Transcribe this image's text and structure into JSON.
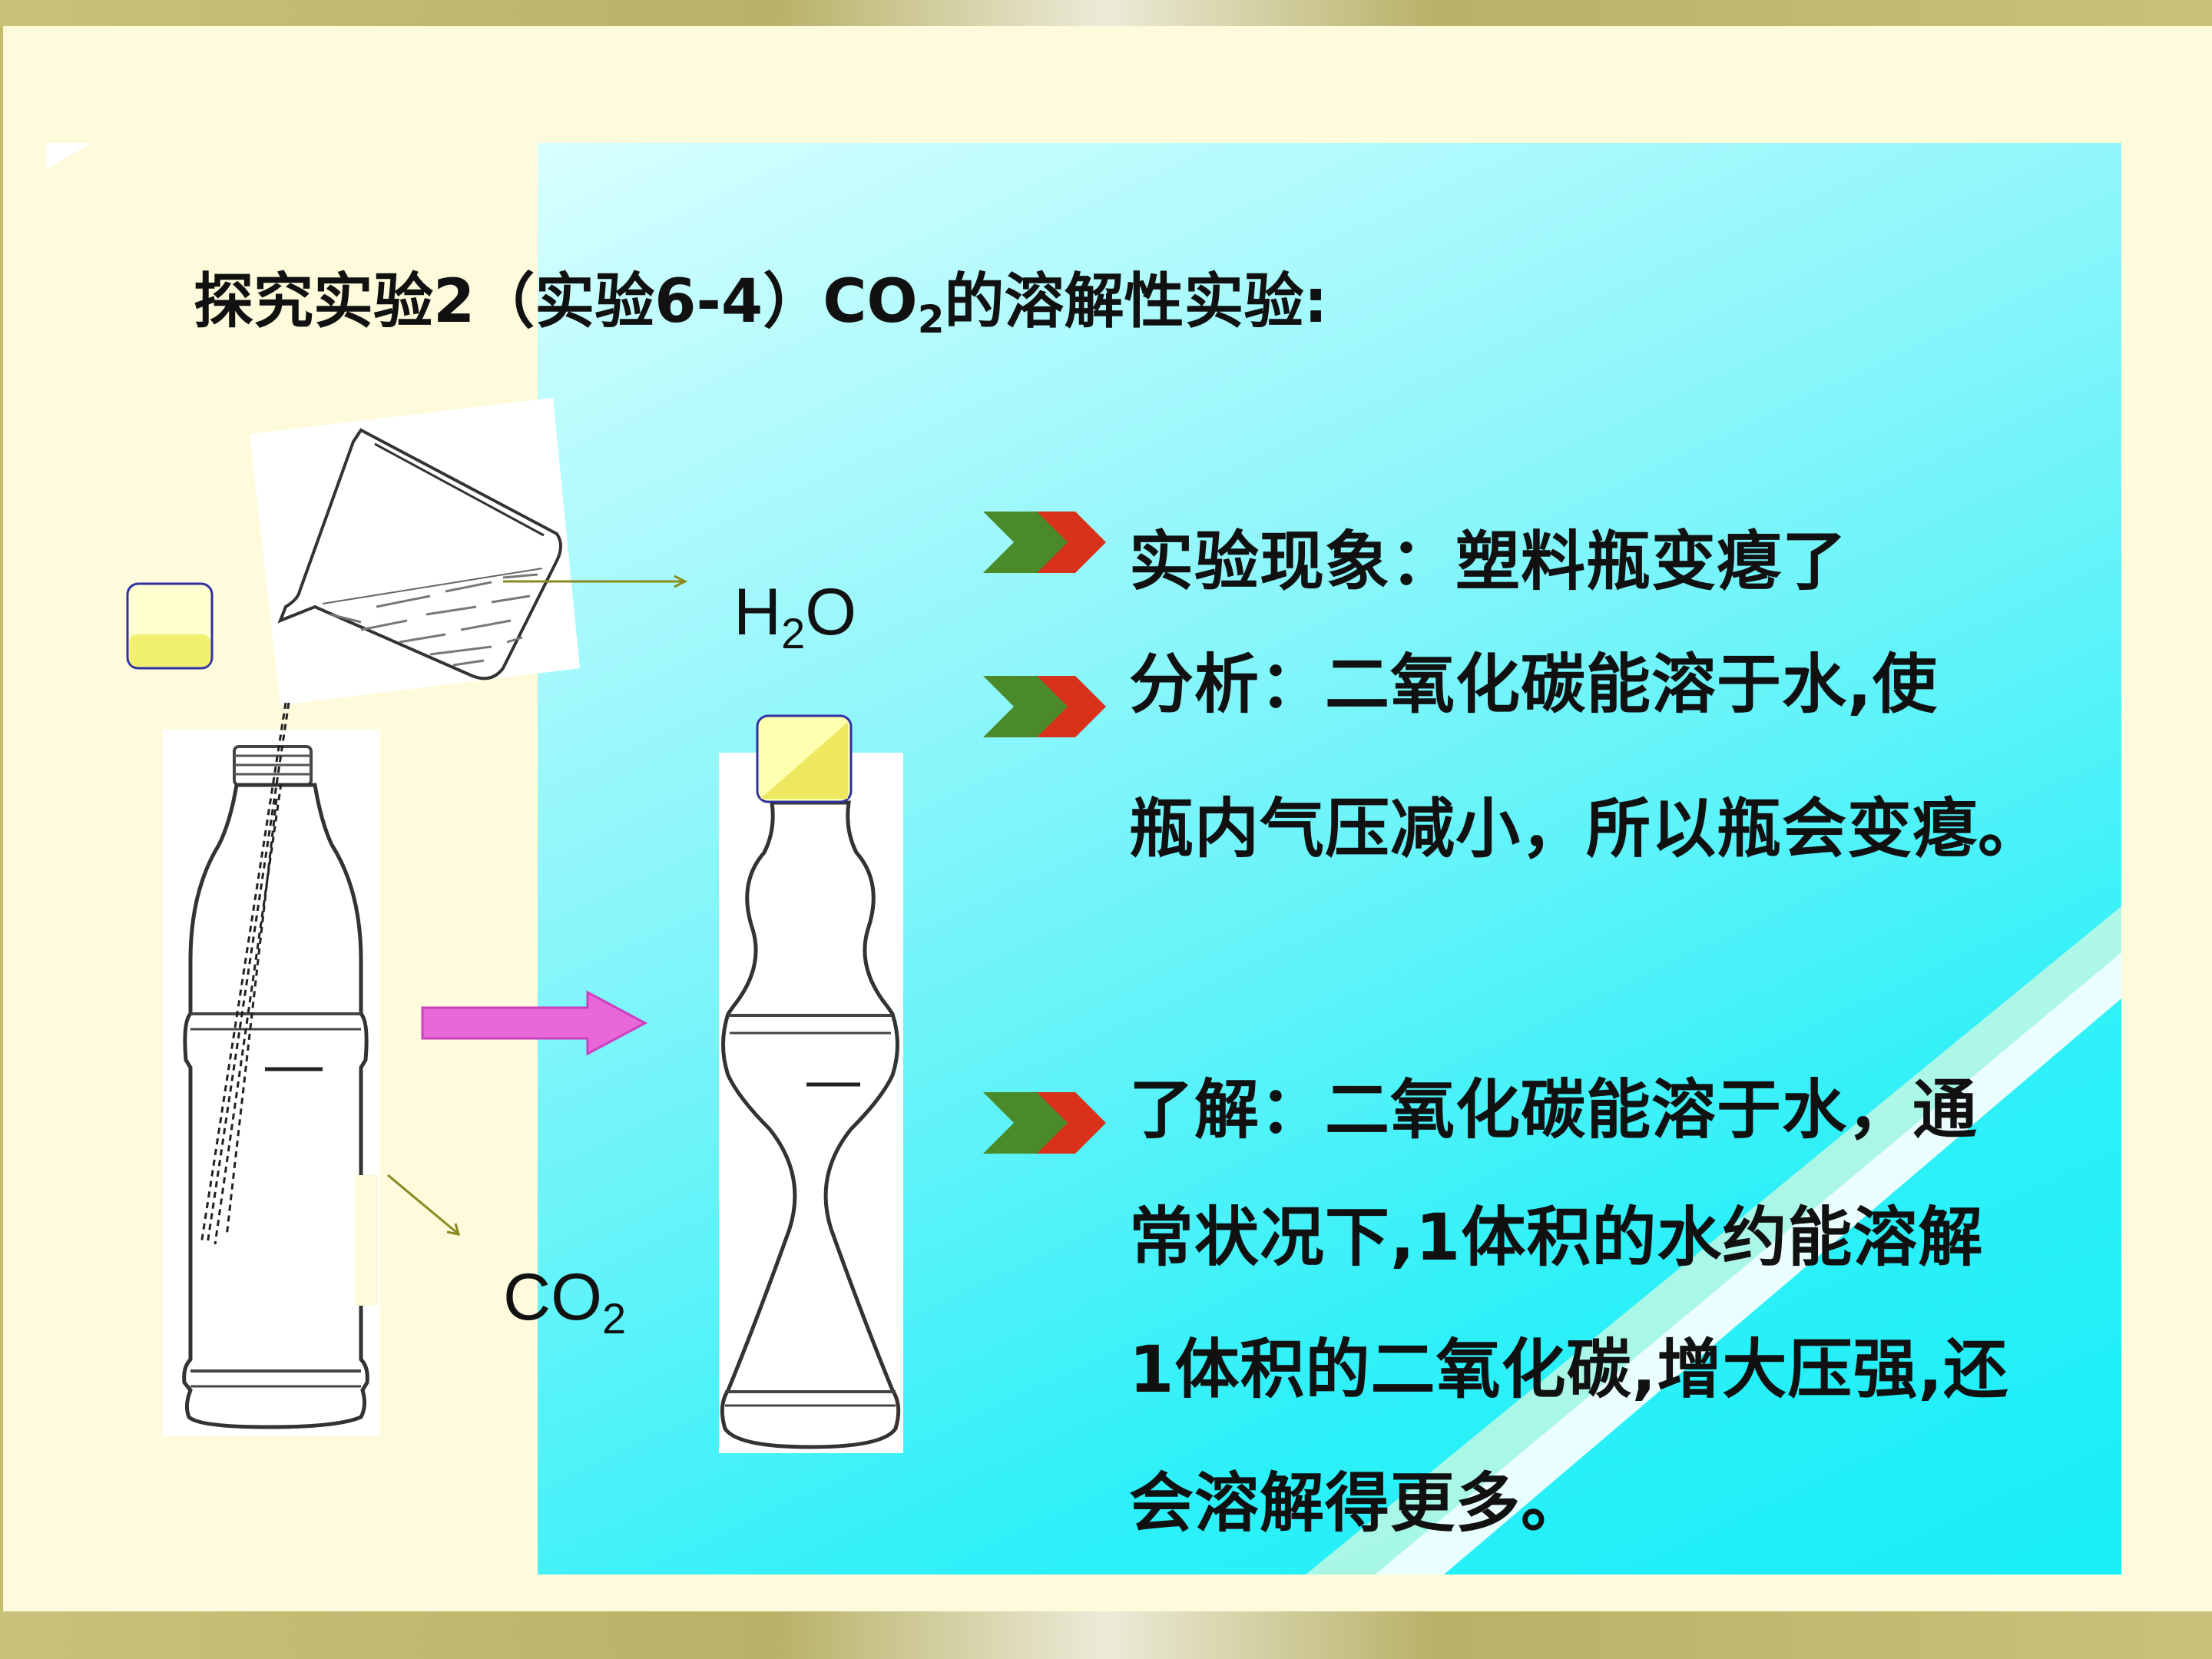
{
  "slide": {
    "title_main": "探究实验2（实验6-4）CO",
    "title_sub": "2",
    "title_tail": "的溶解性实验:",
    "label_h2o": {
      "pre": "H",
      "sub": "2",
      "post": "O"
    },
    "label_co2": {
      "pre": "CO",
      "sub": "2"
    },
    "lines": [
      "实验现象：塑料瓶变瘪了",
      "分析：二氧化碳能溶于水,使",
      "瓶内气压减小，所以瓶会变瘪。",
      "了解：二氧化碳能溶于水，通",
      "常状况下,1体积的水约能溶解",
      "1体积的二氧化碳,增大压强,还",
      "会溶解得更多。"
    ]
  },
  "colors": {
    "chevron_green": "#4a8a2a",
    "chevron_red": "#d8321a",
    "arrow_pink": "#e868d8",
    "pointer_olive": "#8a8a20"
  }
}
